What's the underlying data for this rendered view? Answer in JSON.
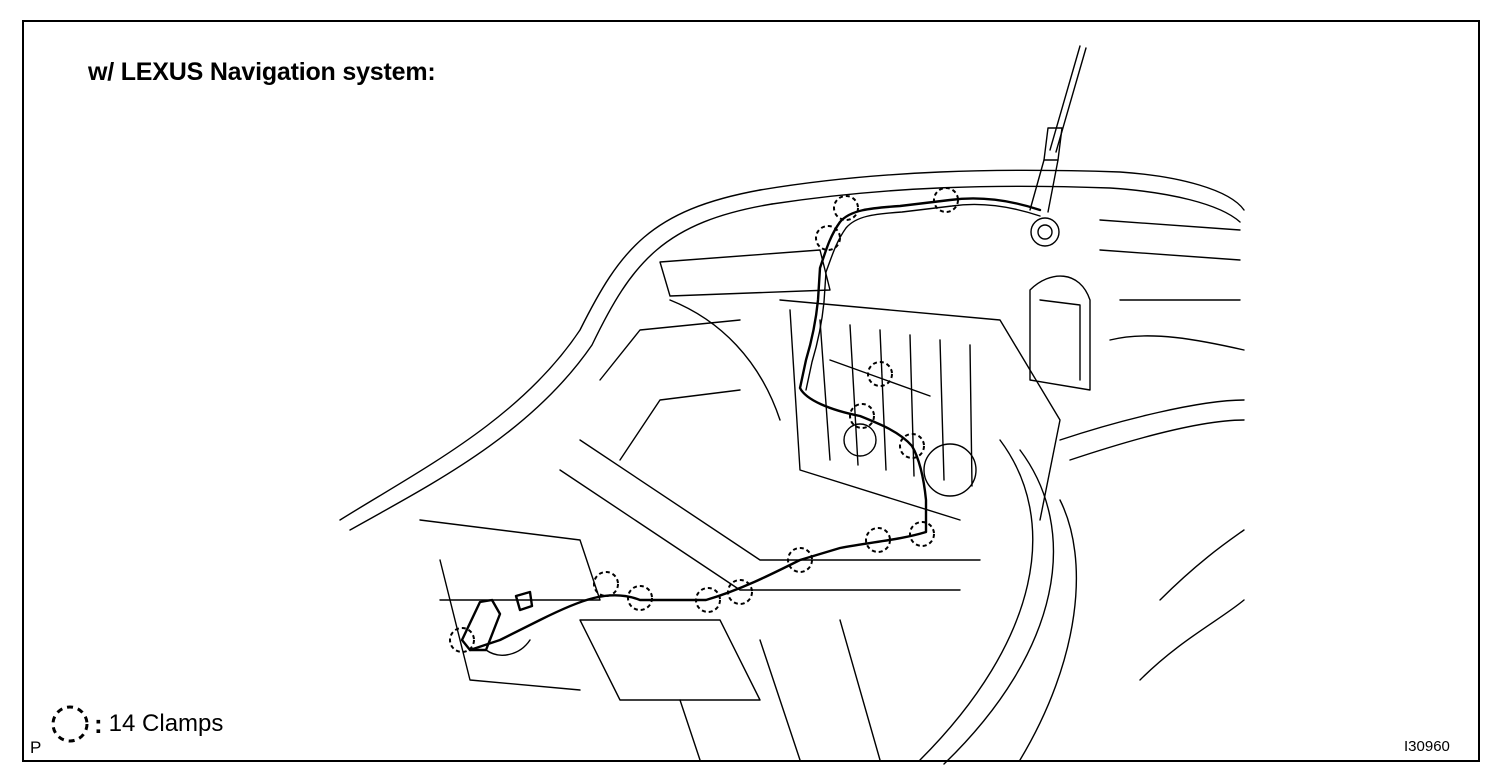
{
  "title": "w/ LEXUS Navigation system:",
  "legend": {
    "symbol": ":",
    "text": "14 Clamps",
    "icon": "dashed-circle-icon"
  },
  "corner_label": "P",
  "figure_code": "I30960"
}
